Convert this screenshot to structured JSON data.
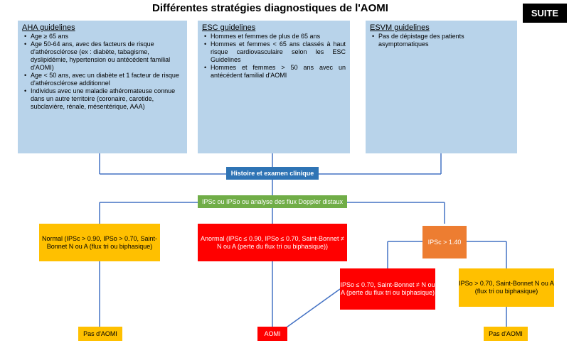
{
  "title": "Différentes stratégies diagnostiques de l'AOMI",
  "badge": "SUITE",
  "colors": {
    "guideline_box": "#b8d3ea",
    "blue_node": "#2f74b5",
    "green_node": "#70ad47",
    "yellow_node": "#ffc000",
    "red_node": "#ff0000",
    "orange_node": "#ed7d31",
    "line": "#4472c4"
  },
  "guidelines": {
    "aha": {
      "title": "AHA guidelines",
      "items": [
        "Age ≥ 65 ans",
        "Age 50-64 ans, avec des facteurs de risque d'athérosclérose (ex : diabète, tabagisme, dyslipidémie, hypertension ou antécédent familial d'AOMI)",
        "Age < 50 ans, avec un diabète et 1 facteur de risque d'athérosclérose additionnel",
        "Individus avec une maladie athéromateuse connue dans un autre territoire (coronaire, carotide, subclavière, rénale, mésentérique, AAA)"
      ]
    },
    "esc": {
      "title": "ESC guidelines",
      "items": [
        "Hommes et femmes de plus de 65 ans",
        "Hommes et femmes < 65 ans classés à haut risque cardiovasculaire selon les ESC Guidelines",
        "Hommes et femmes > 50 ans avec un antécédent familial d'AOMI"
      ]
    },
    "esvm": {
      "title": "ESVM guidelines",
      "items": [
        "Pas de dépistage des patients asymptomatiques"
      ]
    }
  },
  "flow": {
    "histoire": "Histoire et examen clinique",
    "ipsc": "IPSc ou IPSo ou analyse des flux Doppler distaux",
    "normal": "Normal (IPSc > 0.90, IPSo > 0.70, Saint-Bonnet N ou A (flux tri ou biphasique)",
    "anormal": "Anormal (IPSc ≤ 0.90, IPSo ≤ 0.70, Saint-Bonnet ≠ N ou A (perte du flux tri ou biphasique))",
    "ipsc_high": "IPSc > 1.40",
    "ipso_low": "IPSo ≤ 0.70, Saint-Bonnet ≠ N ou A (perte du flux tri ou biphasique)",
    "ipso_high": "IPSo > 0.70, Saint-Bonnet N ou A (flux tri ou biphasique)",
    "pas_aomi_left": "Pas d'AOMI",
    "aomi": "AOMI",
    "pas_aomi_right": "Pas d'AOMI"
  }
}
